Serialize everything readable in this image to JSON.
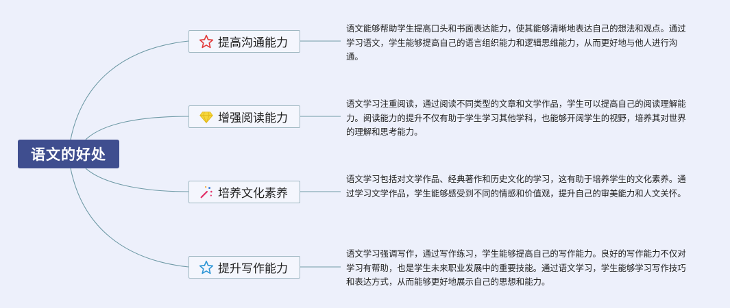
{
  "root": {
    "label": "语文的好处",
    "color": "#3f4e8f"
  },
  "connector_color": "#6f9aa6",
  "branches": [
    {
      "label": "提高沟通能力",
      "icon": "star-outline-icon",
      "icon_color": "#e23b3b",
      "description": "语文能够帮助学生提高口头和书面表达能力，使其能够清晰地表达自己的想法和观点。通过学习语文，学生能够提高自己的语言组织能力和逻辑思维能力，从而更好地与他人进行沟通。"
    },
    {
      "label": "增强阅读能力",
      "icon": "diamond-icon",
      "icon_color": "#f5d63a",
      "description": "语文学习注重阅读，通过阅读不同类型的文章和文学作品，学生可以提高自己的阅读理解能力。阅读能力的提升不仅有助于学生学习其他学科，也能够开阔学生的视野，培养其对世界的理解和思考能力。"
    },
    {
      "label": "培养文化素养",
      "icon": "magic-wand-icon",
      "icon_color": "#e2356b",
      "description": "语文学习包括对文学作品、经典著作和历史文化的学习，这有助于培养学生的文化素养。通过学习文学作品，学生能够感受到不同的情感和价值观，提升自己的审美能力和人文关怀。"
    },
    {
      "label": "提升写作能力",
      "icon": "star-outline-icon",
      "icon_color": "#2f97d6",
      "description": "语文学习强调写作，通过写作练习，学生能够提高自己的写作能力。良好的写作能力不仅对学习有帮助，也是学生未来职业发展中的重要技能。通过语文学习，学生能够学习写作技巧和表达方式，从而能够更好地展示自己的思想和能力。"
    }
  ]
}
